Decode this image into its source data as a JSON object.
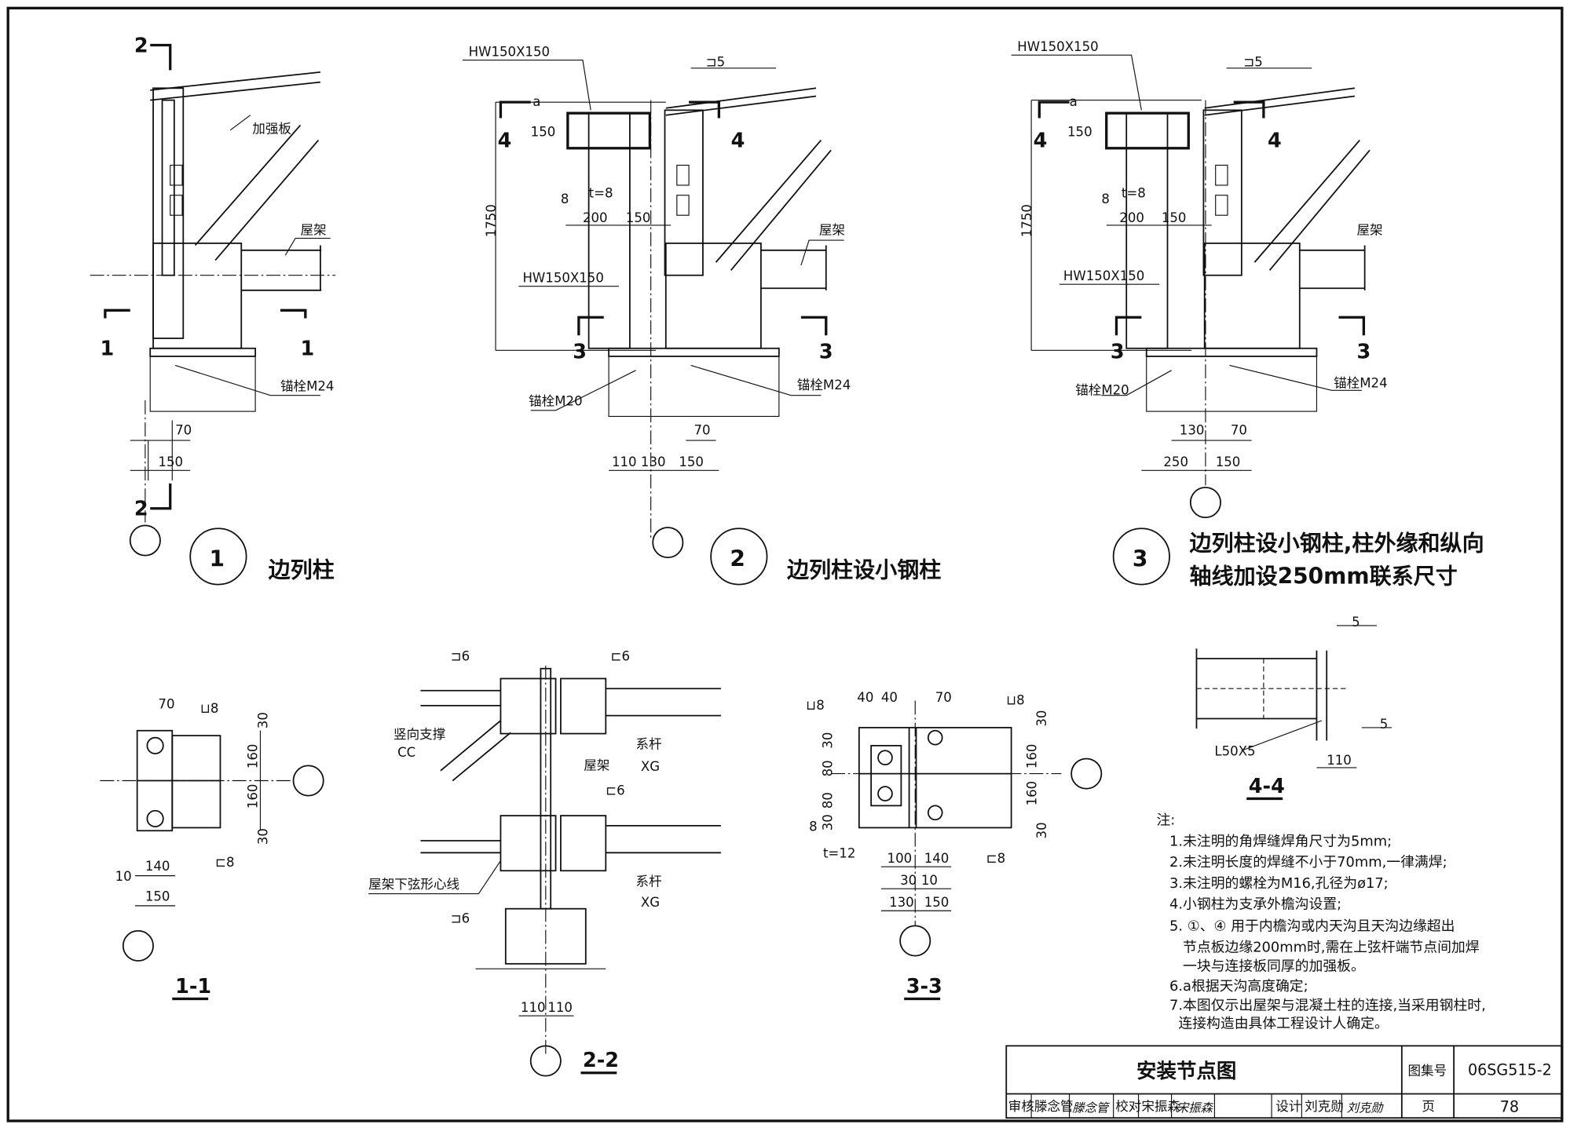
{
  "detail1": {
    "number": "1",
    "title": "边列柱",
    "section_mark_2": "2",
    "section_mark_1": "1",
    "stiffener_label": "加强板",
    "truss_label": "屋架",
    "anchor_label": "锚栓M24",
    "dims": [
      "70",
      "150"
    ]
  },
  "detail2": {
    "number": "2",
    "title": "边列柱设小钢柱",
    "top_member": "HW150X150",
    "column_member": "HW150X150",
    "weld_label": "⊐5",
    "section_mark_4": "4",
    "section_mark_3": "3",
    "dim_a": "a",
    "dim_150v": "150",
    "plate": "t=8",
    "dim_8": "8",
    "dim_200": "200",
    "dim_150": "150",
    "dim_1750": "1750",
    "truss_label": "屋架",
    "anchor_small": "锚栓M20",
    "anchor_large": "锚栓M24",
    "dims_bottom": [
      "70",
      "110",
      "130",
      "150"
    ]
  },
  "detail3": {
    "number": "3",
    "title_line1": "边列柱设小钢柱,柱外缘和纵向",
    "title_line2": "轴线加设250mm联系尺寸",
    "top_member": "HW150X150",
    "column_member": "HW150X150",
    "weld_label": "⊐5",
    "section_mark_4": "4",
    "section_mark_3": "3",
    "dim_a": "a",
    "dim_150v": "150",
    "plate": "t=8",
    "dim_8": "8",
    "dim_200": "200",
    "dim_150": "150",
    "dim_1750": "1750",
    "truss_label": "屋架",
    "anchor_small": "锚栓M20",
    "anchor_large": "锚栓M24",
    "dims_bottom": [
      "130",
      "70",
      "250",
      "150"
    ]
  },
  "section11": {
    "title": "1-1",
    "weld_top": "⊔8",
    "weld_bottom": "⊏8",
    "dims": [
      "70",
      "30",
      "160",
      "160",
      "30",
      "10",
      "140",
      "150"
    ]
  },
  "section22": {
    "title": "2-2",
    "weld_1": "⊐6",
    "weld_2": "⊏6",
    "weld_3": "⊏6",
    "weld_4": "⊐6",
    "brace": "竖向支撑",
    "brace_code": "CC",
    "truss": "屋架",
    "tie": "系杆",
    "tie_code": "XG",
    "chord_line": "屋架下弦形心线",
    "dims": [
      "110",
      "110"
    ]
  },
  "section33": {
    "title": "3-3",
    "weld_1": "⊔8",
    "weld_2": "⊔8",
    "weld_3": "⊏8",
    "plate": "t=12",
    "dims_top": [
      "40",
      "40",
      "70"
    ],
    "dims_left": [
      "30",
      "80",
      "80",
      "30",
      "8"
    ],
    "dims_right": [
      "30",
      "160",
      "160",
      "30"
    ],
    "dims_bottom": [
      "100",
      "140",
      "30",
      "10",
      "130",
      "150"
    ]
  },
  "section44": {
    "title": "4-4",
    "weld_1": "5",
    "weld_2": "5",
    "angle": "L50X5",
    "dim": "110"
  },
  "notes": {
    "heading": "注:",
    "items": [
      "1.未注明的角焊缝焊角尺寸为5mm;",
      "2.未注明长度的焊缝不小于70mm,一律满焊;",
      "3.未注明的螺栓为M16,孔径为ø17;",
      "4.小钢柱为支承外檐沟设置;",
      "5. ①、④ 用于内檐沟或内天沟且天沟边缘超出",
      "   节点板边缘200mm时,需在上弦杆端节点间加焊",
      "   一块与连接板同厚的加强板。",
      "6.a根据天沟高度确定;",
      "7.本图仅示出屋架与混凝土柱的连接,当采用钢柱时,",
      "  连接构造由具体工程设计人确定。"
    ]
  },
  "title_block": {
    "title": "安装节点图",
    "atlas_label": "图集号",
    "atlas_no": "06SG515-2",
    "page_label": "页",
    "page_no": "78",
    "review_label": "审核",
    "reviewer": "滕念管",
    "reviewer_sig": "滕念管",
    "check_label": "校对",
    "checker": "宋振森",
    "checker_sig": "宋振森",
    "design_label": "设计",
    "designer": "刘克勋",
    "designer_sig": "刘克勋"
  }
}
